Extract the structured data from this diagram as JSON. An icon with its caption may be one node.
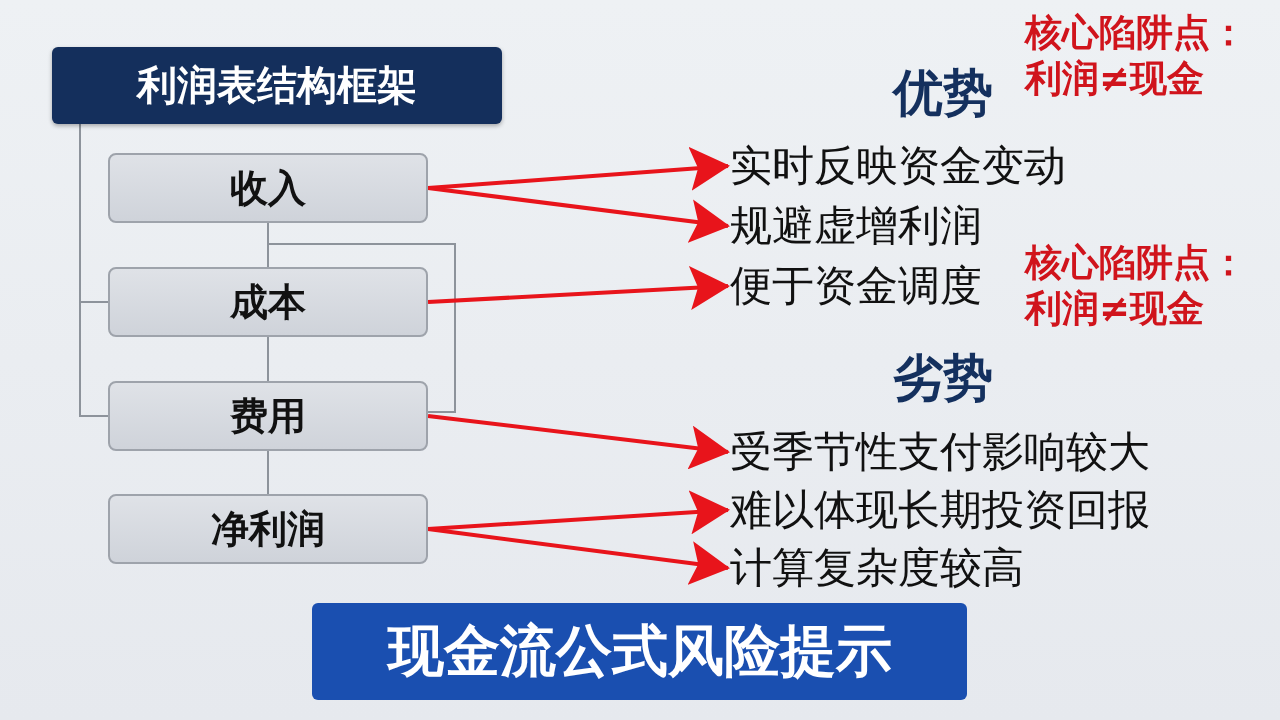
{
  "diagram": {
    "nodes": [
      {
        "text": [
          "利润表结构框架"
        ]
      },
      {
        "text": [
          "收入"
        ]
      },
      {
        "text": [
          "成本"
        ]
      },
      {
        "text": [
          "费用"
        ]
      },
      {
        "text": [
          "净利润"
        ]
      },
      {
        "text": [
          "实时反映资金变动"
        ]
      },
      {
        "text": [
          "规避虚增利润"
        ]
      },
      {
        "text": [
          "便于资金调度"
        ]
      },
      {
        "text": [
          "受季节性支付影响较大"
        ]
      },
      {
        "text": [
          "难以体现长期投资回报"
        ]
      },
      {
        "text": [
          "计算复杂度较高"
        ]
      },
      {
        "text": [
          "现金流公式风险提示"
        ]
      }
    ],
    "edges": [
      {
        "from": 0,
        "to": 2,
        "arrow": "none"
      },
      {
        "from": 0,
        "to": 3,
        "arrow": "none"
      },
      {
        "from": 1,
        "to": 2,
        "arrow": "none"
      },
      {
        "from": 2,
        "to": 3,
        "arrow": "none"
      },
      {
        "from": 3,
        "to": 4,
        "arrow": "none"
      },
      {
        "from": 1,
        "to": 3,
        "arrow": "none"
      },
      {
        "from": 1,
        "to": 5,
        "arrow": "to",
        "style": "thick",
        "color": "#e8141b"
      },
      {
        "from": 1,
        "to": 6,
        "arrow": "to",
        "style": "thick",
        "color": "#e8141b"
      },
      {
        "from": 2,
        "to": 7,
        "arrow": "to",
        "style": "thick",
        "color": "#e8141b"
      },
      {
        "from": 3,
        "to": 8,
        "arrow": "to",
        "style": "thick",
        "color": "#e8141b"
      },
      {
        "from": 4,
        "to": 9,
        "arrow": "to",
        "style": "thick",
        "color": "#e8141b"
      },
      {
        "from": 4,
        "to": 10,
        "arrow": "to",
        "style": "thick",
        "color": "#e8141b"
      }
    ],
    "labels": [
      "核心陷阱点：利润≠现金",
      "优势",
      "核心陷阱点：利润≠现金",
      "劣势"
    ]
  }
}
